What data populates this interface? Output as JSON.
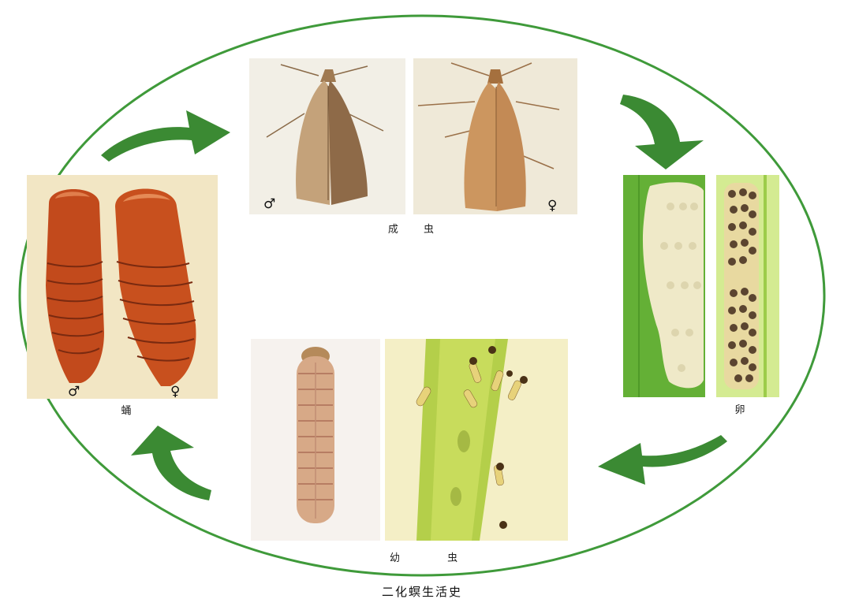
{
  "title": "二化螟生活史",
  "stages": {
    "adult": {
      "label": "成 虫"
    },
    "egg": {
      "label": "卵"
    },
    "larva": {
      "label": "幼 虫"
    },
    "pupa": {
      "label": "蛹"
    }
  },
  "symbols": {
    "male": "♂",
    "female": "♀"
  },
  "colors": {
    "ellipse": "#3f9a3a",
    "arrow": "#3b8a33",
    "pupa": "#b9481c",
    "leaf": "#6cb83a",
    "egg_mass": "#efe9c8",
    "egg_dark": "#5b4530",
    "moth_male": "#b98d63",
    "moth_female": "#c99360"
  }
}
